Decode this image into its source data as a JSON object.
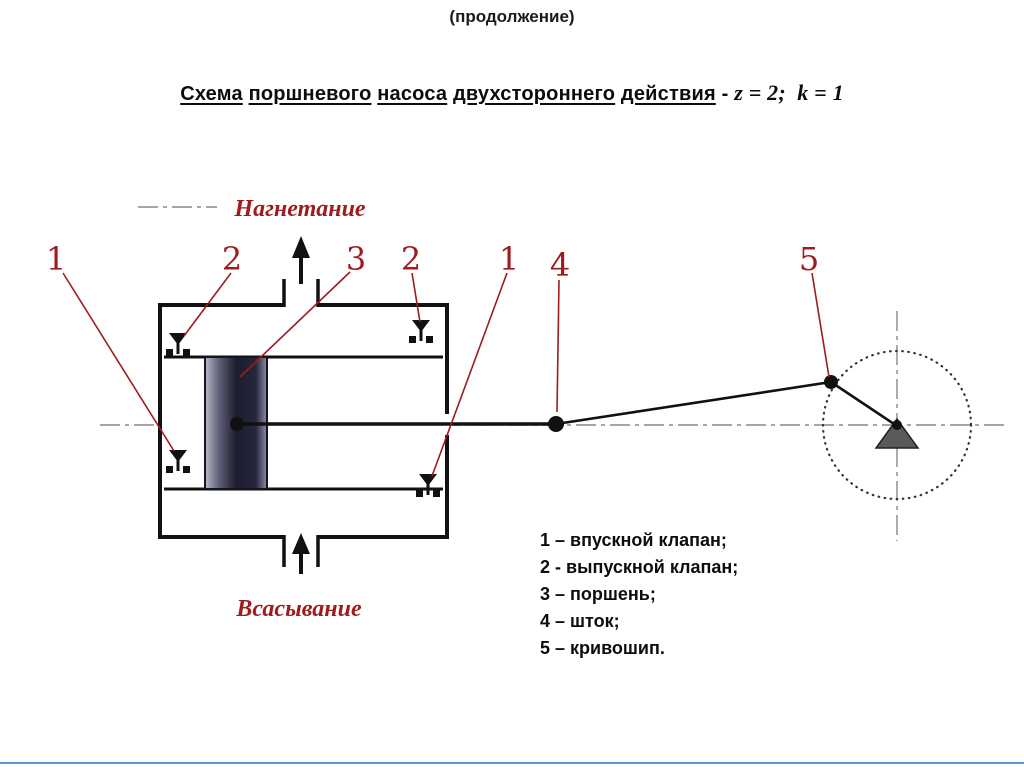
{
  "colors": {
    "callout_red": "#9e1b1e",
    "line_black": "#111111",
    "footer_blue": "#5b9bd5"
  },
  "header": {
    "text": "(продолжение)"
  },
  "title": {
    "word1": "Схема",
    "word2": "поршневого",
    "word3": "насоса",
    "word4": "двухстороннего",
    "word5": "действия",
    "dash": "-",
    "formula": "z = 2;  k = 1"
  },
  "diagram": {
    "discharge_label": "Нагнетание",
    "suction_label": "Всасывание",
    "callouts": {
      "inlet_left": "1",
      "outlet_left": "2",
      "piston": "3",
      "outlet_right": "2",
      "inlet_right": "1",
      "rod": "4",
      "crank": "5"
    }
  },
  "legend": {
    "items": [
      "1 – впускной клапан;",
      "2 - выпускной клапан;",
      "3 – поршень;",
      "4 – шток;",
      "5 – кривошип."
    ]
  }
}
